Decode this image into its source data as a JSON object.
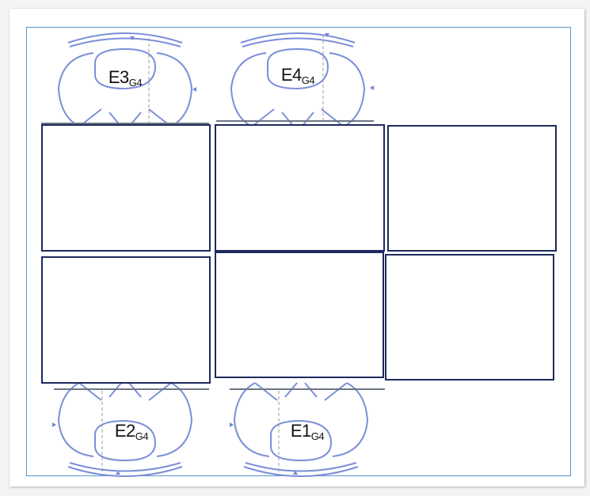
{
  "seats": [
    {
      "id": "E3",
      "sub": "G4"
    },
    {
      "id": "E4",
      "sub": "G4"
    },
    {
      "id": "E2",
      "sub": "G4"
    },
    {
      "id": "E1",
      "sub": "G4"
    }
  ],
  "colors": {
    "figure_stroke": "#7b8fd8",
    "table_border": "#1e2a5e",
    "frame_border": "#5a97c9"
  }
}
